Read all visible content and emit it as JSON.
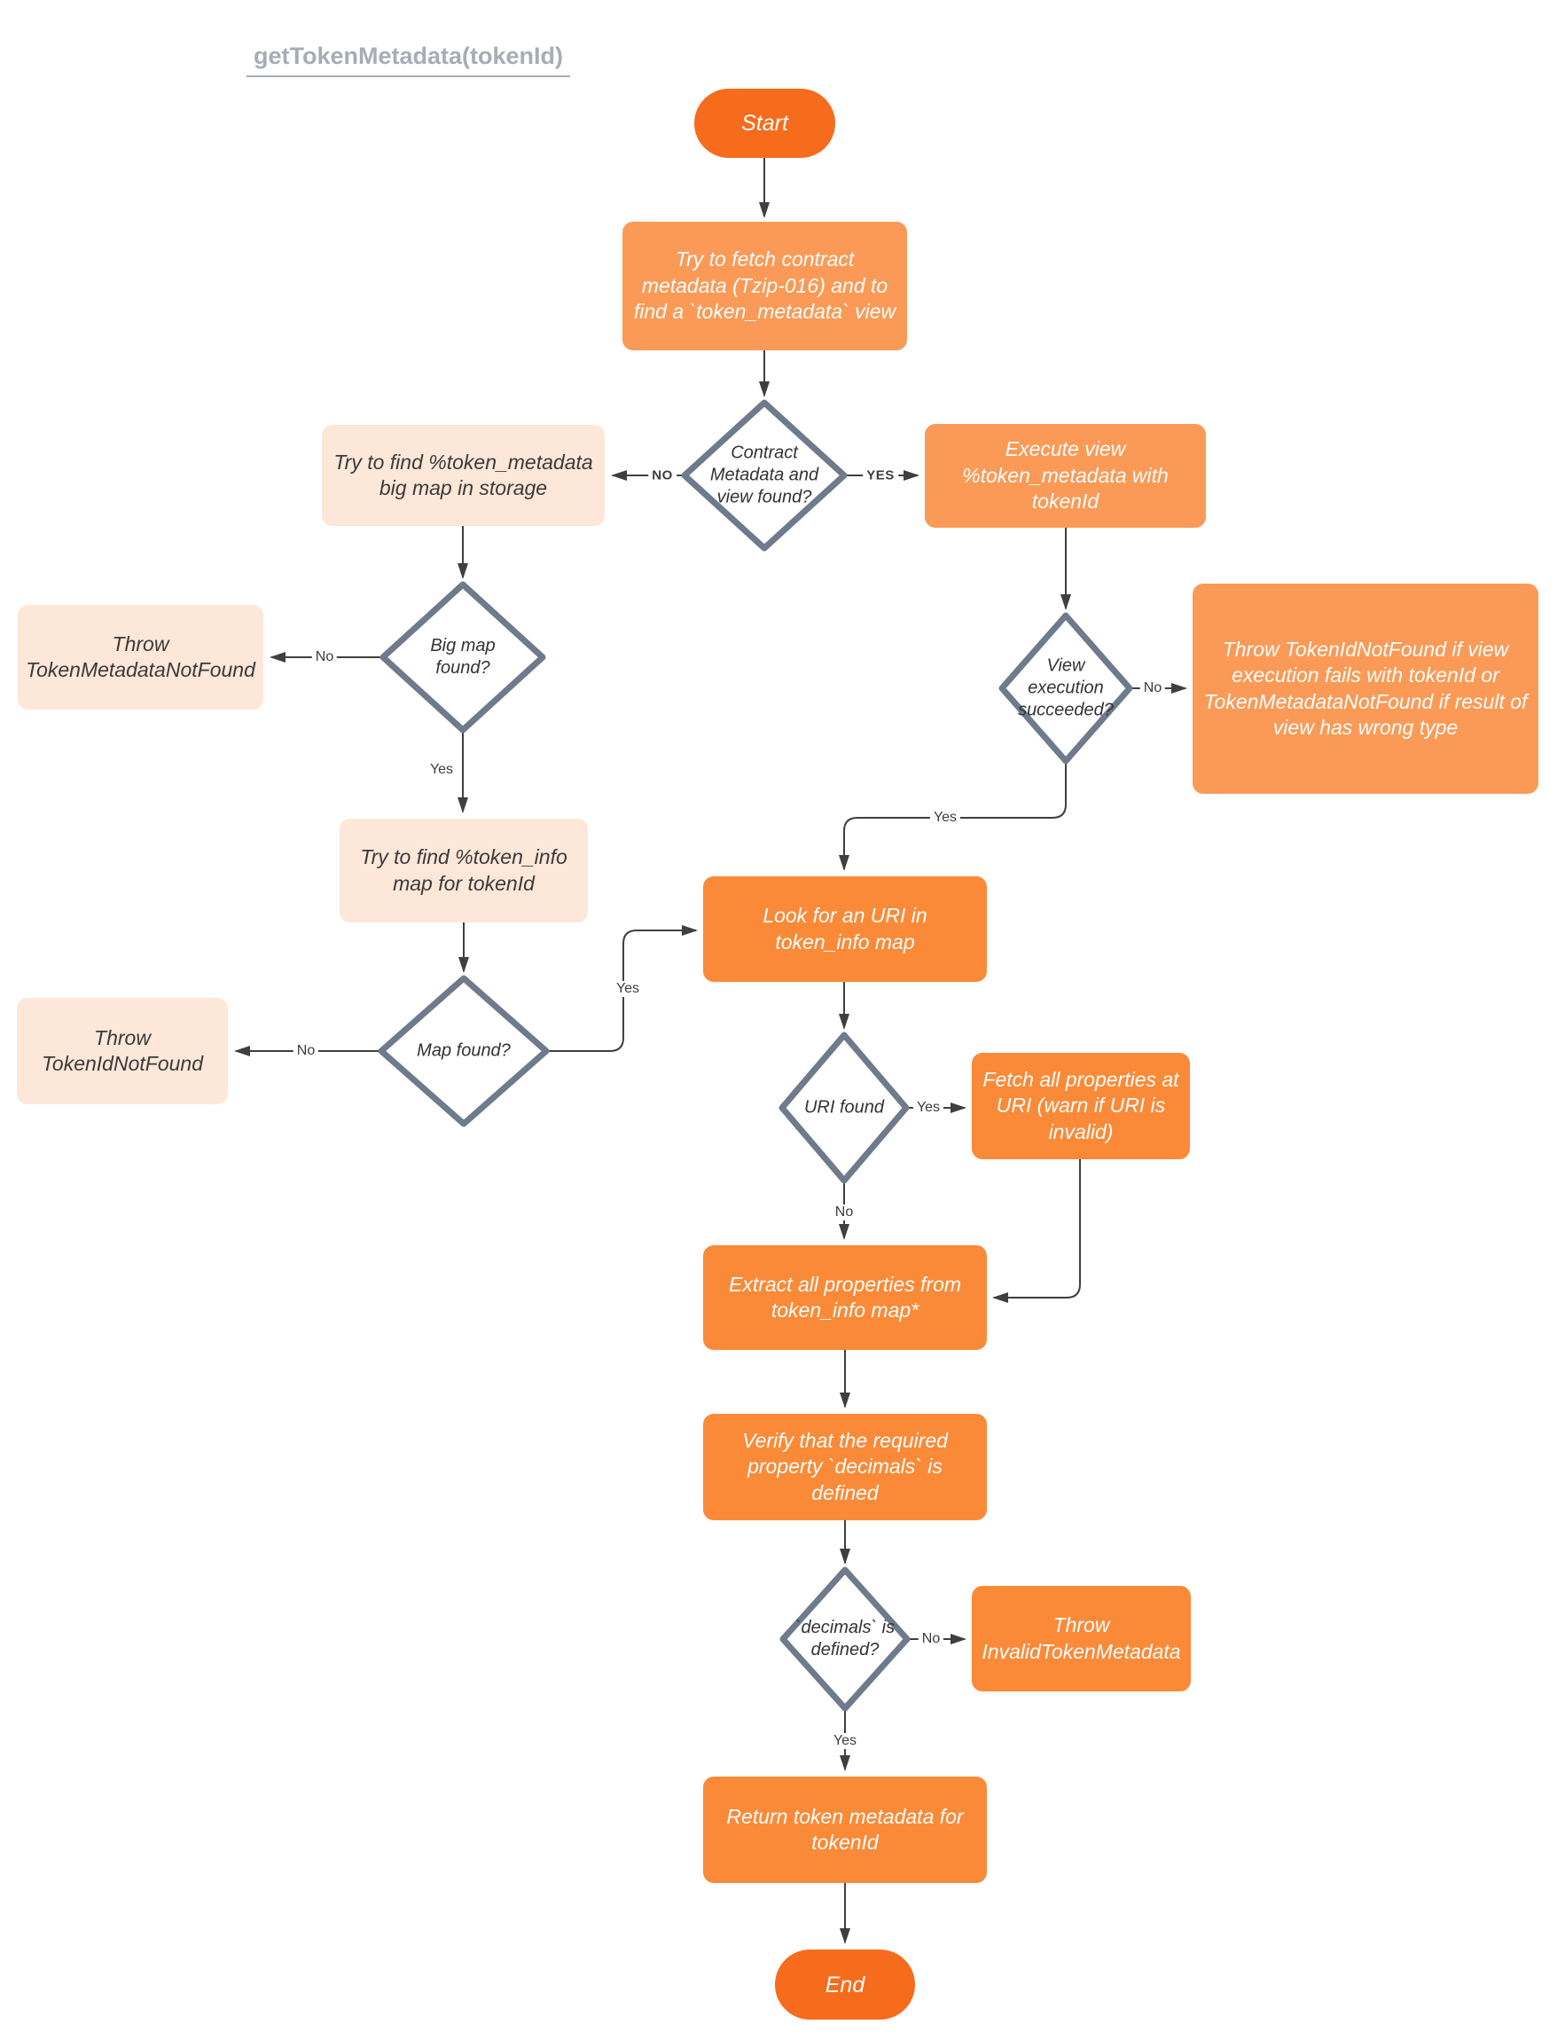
{
  "title": "getTokenMetadata(tokenId)",
  "colors": {
    "terminal_fill": "#F76B1C",
    "process_medium_fill": "#FB9A57",
    "process_bright_fill": "#FB8A38",
    "process_peach_fill": "#FCE7D8",
    "decision_stroke": "#6F7A8C",
    "connector": "#3F3F3F",
    "title_gray": "#A9ACB6"
  },
  "nodes": {
    "start": {
      "label": "Start"
    },
    "fetch_contract": {
      "label": "Try to fetch contract metadata (Tzip-016) and to find a `token_metadata` view"
    },
    "contract_found": {
      "label": "Contract Metadata and view found?"
    },
    "try_big_map": {
      "label": "Try to find %token_metadata big map in storage"
    },
    "execute_view": {
      "label": "Execute view %token_metadata with tokenId"
    },
    "big_map_found": {
      "label": "Big map found?"
    },
    "throw_token_metadata_not_found": {
      "label": "Throw TokenMetadataNotFound"
    },
    "view_exec_succeeded": {
      "label": "View execution succeeded?"
    },
    "throw_view_fail": {
      "label": "Throw TokenIdNotFound if view execution fails with tokenId or TokenMetadataNotFound if result of view has wrong type"
    },
    "try_token_info": {
      "label": "Try to find %token_info map for tokenId"
    },
    "map_found": {
      "label": "Map found?"
    },
    "throw_token_id_not_found": {
      "label": "Throw TokenIdNotFound"
    },
    "look_uri": {
      "label": "Look for an URI in token_info map"
    },
    "uri_found": {
      "label": "URI found"
    },
    "fetch_props": {
      "label": "Fetch all properties at URI (warn if URI is invalid)"
    },
    "extract_props": {
      "label": "Extract all properties from token_info map*"
    },
    "verify_decimals": {
      "label": "Verify that the required property `decimals` is defined"
    },
    "decimals_defined": {
      "label": "`decimals` is defined?"
    },
    "throw_invalid": {
      "label": "Throw InvalidTokenMetadata"
    },
    "return_metadata": {
      "label": "Return token metadata for tokenId"
    },
    "end": {
      "label": "End"
    }
  },
  "edge_labels": {
    "contract_no": "NO",
    "contract_yes": "YES",
    "big_map_no": "No",
    "big_map_yes": "Yes",
    "map_no": "No",
    "map_yes": "Yes",
    "view_no": "No",
    "view_yes": "Yes",
    "uri_yes": "Yes",
    "uri_no": "No",
    "decimals_no": "No",
    "decimals_yes": "Yes"
  }
}
